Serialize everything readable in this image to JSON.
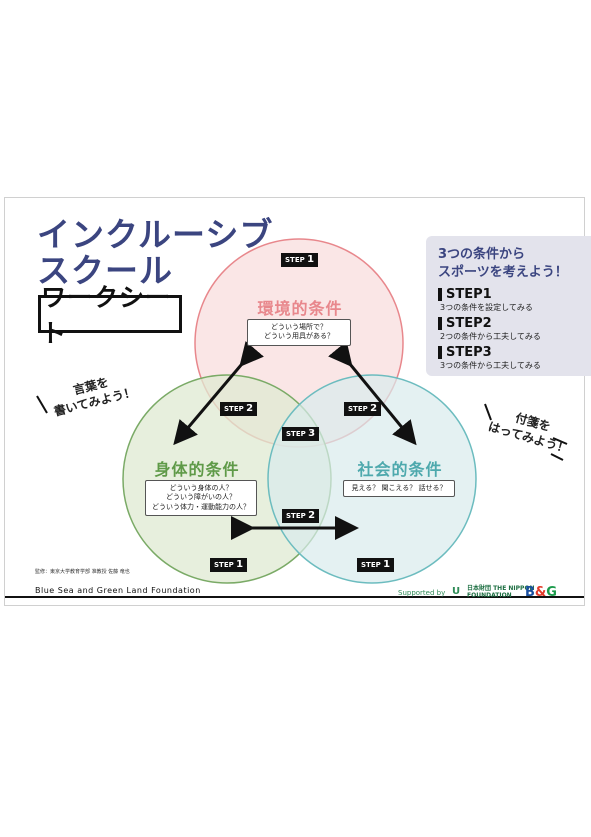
{
  "title": {
    "line1": "インクルーシブ",
    "line2": "スクール"
  },
  "subtitle": "ワークシート",
  "notes": {
    "left_line1": "言葉を",
    "left_line2": "書いてみよう！",
    "right_line1": "付箋を",
    "right_line2": "はってみよう！"
  },
  "panel": {
    "heading_line1": "3つの条件から",
    "heading_line2": "スポーツを考えよう！",
    "steps": [
      {
        "label": "STEP1",
        "desc": "3つの条件を設定してみる"
      },
      {
        "label": "STEP2",
        "desc": "2つの条件から工夫してみる"
      },
      {
        "label": "STEP3",
        "desc": "3つの条件から工夫してみる"
      }
    ]
  },
  "circles": {
    "environment": {
      "name": "環境的条件",
      "q1": "どういう場所で？",
      "q2": "どういう用具がある？",
      "color": "#e8878c"
    },
    "physical": {
      "name": "身体的条件",
      "q1": "どういう身体の人？",
      "q2": "どういう障がいの人？",
      "q3": "どういう体力・運動能力の人？",
      "color": "#7aaa66"
    },
    "social": {
      "name": "社会的条件",
      "q1": "見える？ 聞こえる？ 話せる？",
      "color": "#6cbcbf"
    }
  },
  "step_tags": {
    "text": "STEP",
    "top": "1",
    "left": "2",
    "right": "2",
    "center": "3",
    "bottom": "2",
    "bottom_left": "1",
    "bottom_right": "1"
  },
  "footer": {
    "supervisor": "監修：東京大学教育学部 准教授 佐藤 竜也",
    "foundation": "Blue Sea and Green Land Foundation",
    "supported": "Supported by",
    "logo_mark": "U",
    "nippon_line1": "日本財団 THE NIPPON",
    "nippon_line2": "FOUNDATION",
    "bg_b": "B",
    "bg_and": "&",
    "bg_g": "G"
  },
  "colors": {
    "title": "#3b4580",
    "panel_bg": "#e3e3ec",
    "circle_env_fill": "#f8dede",
    "circle_phys_fill": "#e4ecd9",
    "circle_soc_fill": "#e1eff0"
  }
}
